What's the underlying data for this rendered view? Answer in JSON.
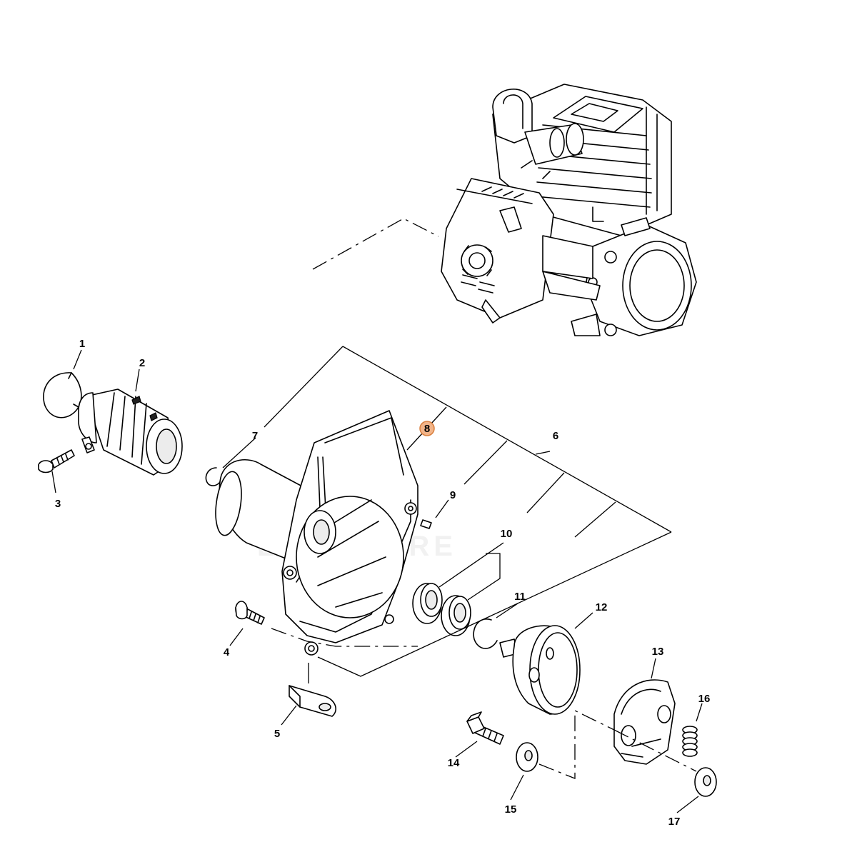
{
  "diagram": {
    "callouts": [
      {
        "id": "c1",
        "label": "1"
      },
      {
        "id": "c2",
        "label": "2"
      },
      {
        "id": "c3",
        "label": "3"
      },
      {
        "id": "c4",
        "label": "4"
      },
      {
        "id": "c5",
        "label": "5"
      },
      {
        "id": "c6",
        "label": "6"
      },
      {
        "id": "c7",
        "label": "7"
      },
      {
        "id": "c8",
        "label": "8",
        "highlighted": true
      },
      {
        "id": "c9",
        "label": "9"
      },
      {
        "id": "c10",
        "label": "10"
      },
      {
        "id": "c11",
        "label": "11"
      },
      {
        "id": "c12",
        "label": "12"
      },
      {
        "id": "c13",
        "label": "13"
      },
      {
        "id": "c14",
        "label": "14"
      },
      {
        "id": "c15",
        "label": "15"
      },
      {
        "id": "c16",
        "label": "16"
      },
      {
        "id": "c17",
        "label": "17"
      }
    ],
    "watermark": "L VENTURE",
    "colors": {
      "highlight_fill": "#f2b489",
      "highlight_stroke": "#d9803f",
      "line": "#000000",
      "watermark": "#e8e8e8"
    }
  }
}
